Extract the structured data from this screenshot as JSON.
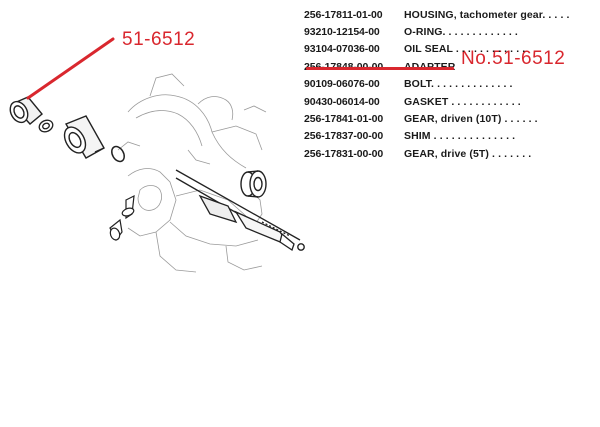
{
  "callouts": {
    "diagram_part": "51-6512",
    "list_part": "No.51-6512"
  },
  "parts": [
    {
      "part_number": "256-17811-01-00",
      "description": "HOUSING, tachometer gear. . . . ."
    },
    {
      "part_number": "93210-12154-00",
      "description": "O-RING. . . . . . . . . . . . ."
    },
    {
      "part_number": "93104-07036-00",
      "description": "OIL SEAL . . . . . . . . . . . ."
    },
    {
      "part_number": "256-17848-00-00",
      "description": "ADAPTER"
    },
    {
      "part_number": "90109-06076-00",
      "description": "BOLT. . . . . . . . . . . . . ."
    },
    {
      "part_number": "90430-06014-00",
      "description": "GASKET . . . . . . . . . . . ."
    },
    {
      "part_number": "256-17841-01-00",
      "description": "GEAR, driven (10T) . . . . . ."
    },
    {
      "part_number": "256-17837-00-00",
      "description": "SHIM . . . . . . . . . . . . . ."
    },
    {
      "part_number": "256-17831-00-00",
      "description": "GEAR, drive (5T) . . . . . . ."
    }
  ],
  "colors": {
    "annotation": "#d9272e",
    "ink": "#1a1a1a"
  }
}
